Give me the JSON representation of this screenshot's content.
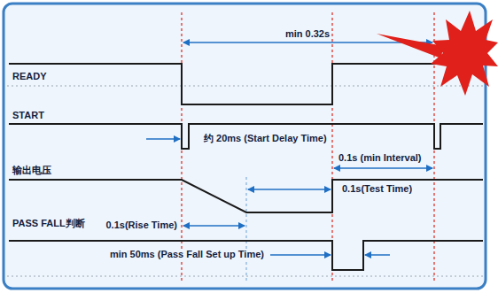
{
  "diagram": {
    "labels": [
      "READY",
      "START",
      "输出电压",
      "PASS FALL判断",
      "min 0.32s",
      "约 20ms (Start Delay Time)",
      "0.1s (min Interval)",
      "0.1s(Test Time)",
      "0.1s(Rise Time)",
      "min 50ms (Pass Fall Set up Time)"
    ]
  }
}
